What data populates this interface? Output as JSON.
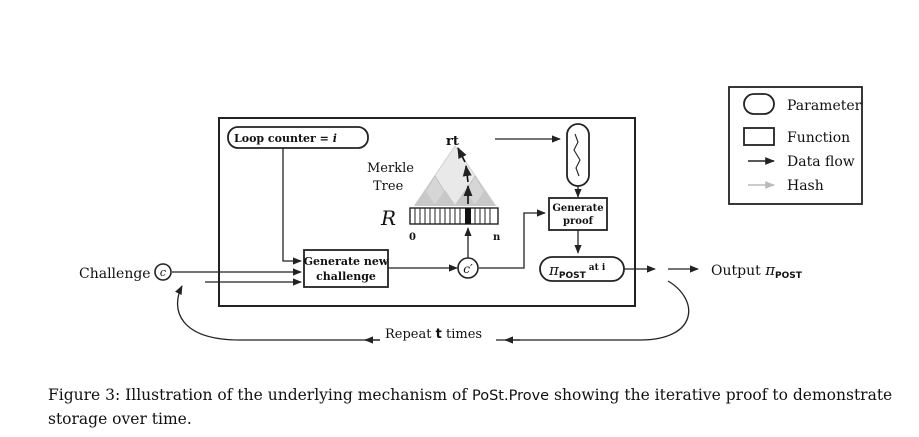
{
  "legend": {
    "parameter": "Parameter",
    "function": "Function",
    "data_flow": "Data flow",
    "hash": "Hash"
  },
  "diagram": {
    "loop_counter": "Loop counter =",
    "loop_var": "i",
    "merkle_label_line1": "Merkle",
    "merkle_label_line2": "Tree",
    "root_label": "rt",
    "storage_label": "R",
    "index_start": "0",
    "index_end": "n",
    "gen_challenge_line1": "Generate new",
    "gen_challenge_line2": "challenge",
    "gen_proof_line1": "Generate",
    "gen_proof_line2": "proof",
    "challenge_label": "Challenge",
    "challenge_var": "c",
    "new_challenge_var": "c′",
    "proof_symbol": "π",
    "proof_sub": "POST",
    "proof_at": "at i",
    "output_label": "Output",
    "output_symbol": "π",
    "output_sub": "POST",
    "repeat_label": "Repeat",
    "repeat_var": "t",
    "repeat_suffix": "times"
  },
  "caption": {
    "prefix": "Figure 3: Illustration of the underlying mechanism of",
    "func": "PoSt.Prove",
    "suffix": "showing the iterative proof to demonstrate storage over time."
  }
}
